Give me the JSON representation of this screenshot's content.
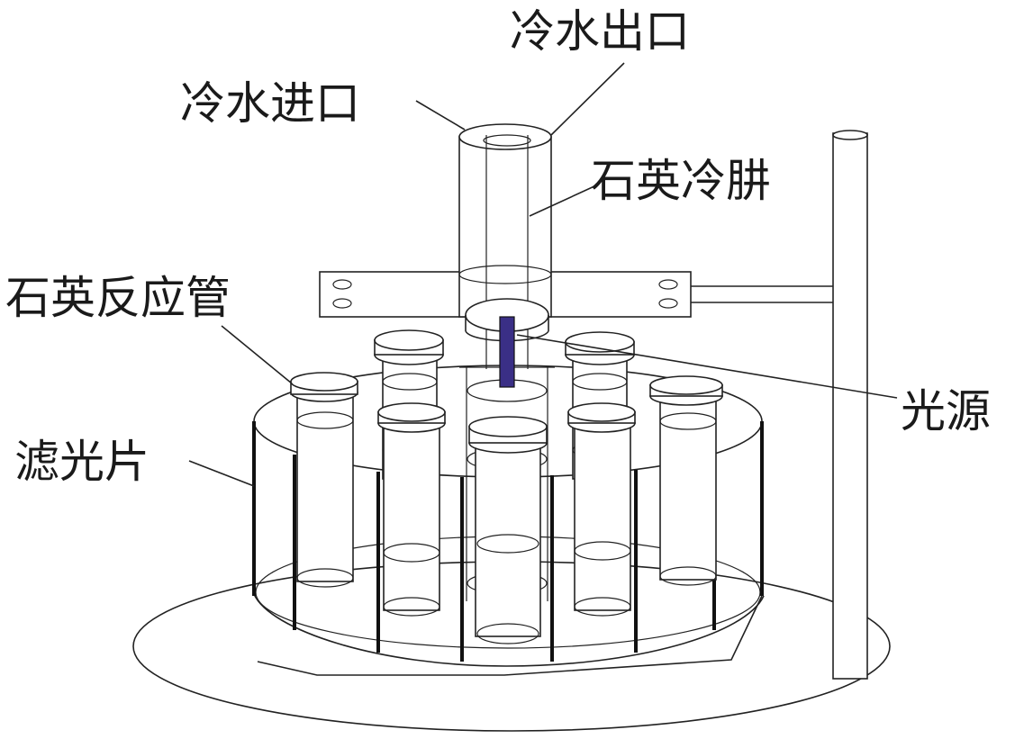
{
  "labels": {
    "cold_water_outlet": "冷水出口",
    "cold_water_inlet": "冷水进口",
    "quartz_cold_trap": "石英冷肼",
    "quartz_reaction_tube": "石英反应管",
    "light_source": "光源",
    "filter": "滤光片"
  },
  "colors": {
    "line": "#222222",
    "lamp": "#3a2f86",
    "text": "#1a1a1a",
    "background": "#ffffff"
  }
}
